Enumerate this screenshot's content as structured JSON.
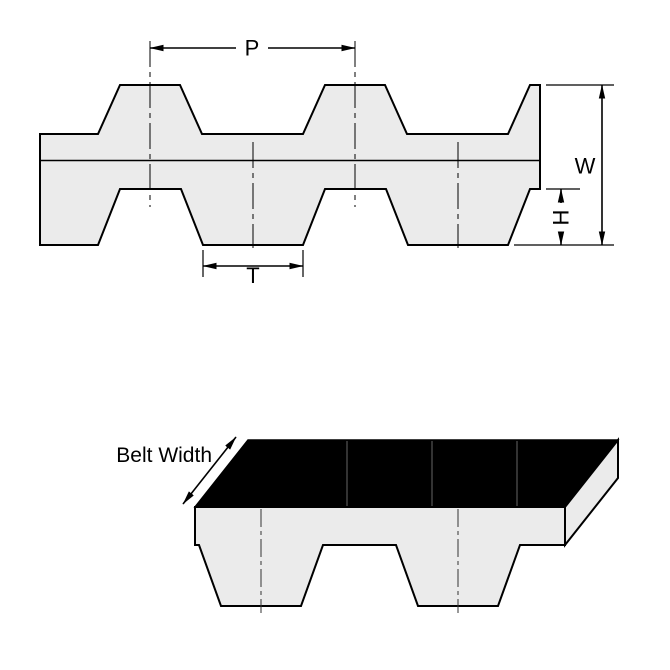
{
  "page": {
    "background": "#ffffff",
    "description": "Double-sided timing belt profile and belt width diagram"
  },
  "profile_view": {
    "labels": {
      "pitch": "P",
      "width": "W",
      "tooth_height": "H",
      "tooth_width": "T"
    }
  },
  "iso_view": {
    "labels": {
      "belt_width": "Belt Width"
    }
  },
  "colors": {
    "outline": "#000000",
    "belt_fill": "#ebebeb",
    "top_face": "#000000",
    "seam_line": "#666666"
  }
}
